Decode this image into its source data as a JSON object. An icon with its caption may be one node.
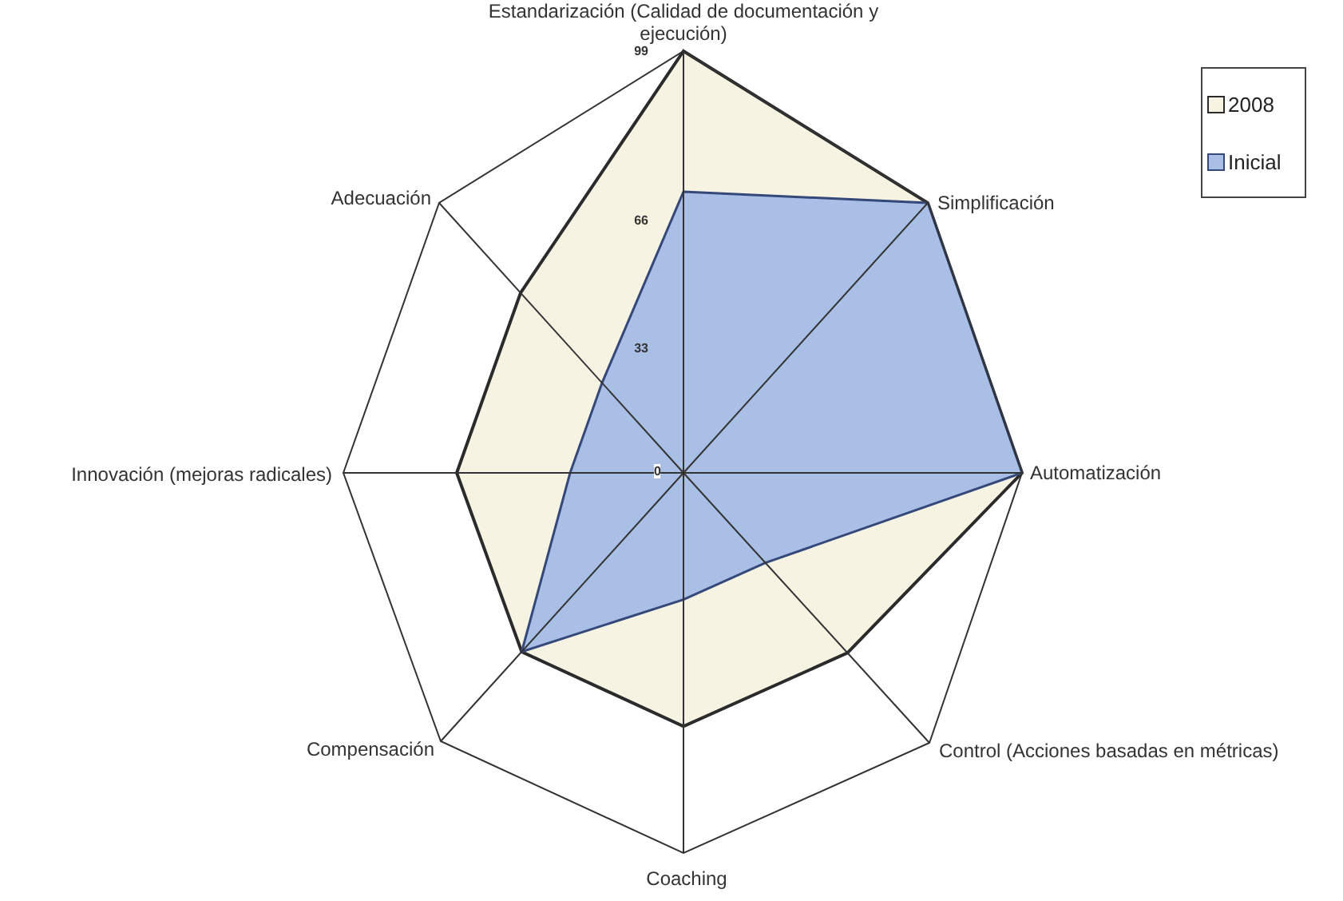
{
  "diagram": {
    "labels": [
      "Estandarización (Calidad de documentación y ejecución)",
      "99",
      "Adecuación",
      "66",
      "Simplificación",
      "33",
      "Innovación (mejoras radicales)",
      "0",
      "Automatización",
      "Compensación",
      "Control (Acciones basadas en métricas)",
      "Coaching"
    ],
    "legend": [
      {
        "text": "2008",
        "color": "#f7f3e3"
      },
      {
        "text": "Inicial",
        "color": "#a9bfe6"
      }
    ]
  }
}
